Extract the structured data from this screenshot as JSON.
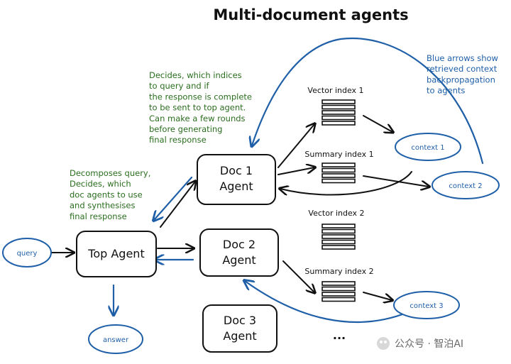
{
  "title": "Multi-document agents",
  "nodes": {
    "query": "query",
    "answer": "answer",
    "top_agent": "Top Agent",
    "doc1": [
      "Doc 1",
      "Agent"
    ],
    "doc2": [
      "Doc 2",
      "Agent"
    ],
    "doc3": [
      "Doc 3",
      "Agent"
    ],
    "context1": "context 1",
    "context2": "context 2",
    "context3": "context 3"
  },
  "indices": {
    "vector1": "Vector index 1",
    "summary1": "Summary index 1",
    "vector2": "Vector index 2",
    "summary2": "Summary index 2"
  },
  "notes": {
    "doc_agent": [
      "Decides, which indices",
      "to query and if",
      "the response is complete",
      "to be sent to top agent.",
      "Can make a few rounds",
      "before generating",
      "final response"
    ],
    "top_agent": [
      "Decomposes query,",
      "Decides, which",
      "doc agents to use",
      "and synthesises",
      "final response"
    ],
    "blue_arrows": [
      "Blue arrows show",
      "retrieved context",
      "backpropagation",
      "to agents"
    ]
  },
  "ellipsis": "...",
  "watermark": "公众号 · 智泊AI",
  "colors": {
    "ink": "#111111",
    "blue": "#1f5fa8",
    "green": "#2b6e1f"
  }
}
